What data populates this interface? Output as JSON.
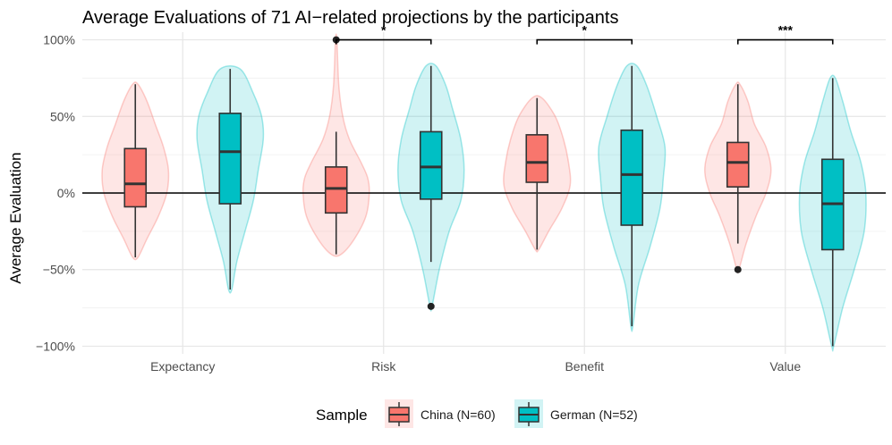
{
  "chart_data": {
    "type": "violin-box",
    "title": "Average Evaluations of  71 AI−related projections by the participants",
    "xlabel": "",
    "ylabel": "Average Evaluation",
    "ylim": [
      -1.05,
      1.05
    ],
    "yticks": [
      {
        "value": 1.0,
        "label": "100%"
      },
      {
        "value": 0.5,
        "label": "50%"
      },
      {
        "value": 0.0,
        "label": "0%"
      },
      {
        "value": -0.5,
        "label": "−50%"
      },
      {
        "value": -1.0,
        "label": "−100%"
      }
    ],
    "categories": [
      "Expectancy",
      "Risk",
      "Benefit",
      "Value"
    ],
    "legend": {
      "title": "Sample",
      "position": "bottom",
      "entries": [
        {
          "key": "china",
          "label": "China (N=60)",
          "color": "#F8766D"
        },
        {
          "key": "german",
          "label": "German (N=52)",
          "color": "#00BFC4"
        }
      ]
    },
    "reference_line": 0,
    "grid": true,
    "significance": [
      {
        "category": "Expectancy",
        "label": ""
      },
      {
        "category": "Risk",
        "label": "*"
      },
      {
        "category": "Benefit",
        "label": "*"
      },
      {
        "category": "Value",
        "label": "***"
      }
    ],
    "series": [
      {
        "name": "China (N=60)",
        "key": "china",
        "stats": [
          {
            "category": "Expectancy",
            "min": -0.42,
            "q1": -0.09,
            "median": 0.06,
            "q3": 0.29,
            "max": 0.71,
            "outliers": []
          },
          {
            "category": "Risk",
            "min": -0.4,
            "q1": -0.13,
            "median": 0.03,
            "q3": 0.17,
            "max": 0.4,
            "outliers": [
              1.0
            ]
          },
          {
            "category": "Benefit",
            "min": -0.37,
            "q1": 0.07,
            "median": 0.2,
            "q3": 0.38,
            "max": 0.62,
            "outliers": []
          },
          {
            "category": "Value",
            "min": -0.33,
            "q1": 0.04,
            "median": 0.2,
            "q3": 0.33,
            "max": 0.71,
            "outliers": [
              -0.5
            ]
          }
        ],
        "density": [
          {
            "category": "Expectancy",
            "y": [
              -0.42,
              -0.3,
              -0.15,
              0.0,
              0.15,
              0.3,
              0.45,
              0.6,
              0.71
            ],
            "w": [
              0.08,
              0.35,
              0.7,
              0.95,
              1.0,
              0.85,
              0.6,
              0.35,
              0.08
            ]
          },
          {
            "category": "Risk",
            "y": [
              -0.4,
              -0.3,
              -0.15,
              0.0,
              0.1,
              0.2,
              0.35,
              0.5,
              0.7,
              1.0
            ],
            "w": [
              0.15,
              0.55,
              0.9,
              1.0,
              0.95,
              0.75,
              0.4,
              0.2,
              0.08,
              0.02
            ]
          },
          {
            "category": "Benefit",
            "y": [
              -0.37,
              -0.25,
              -0.1,
              0.05,
              0.2,
              0.35,
              0.5,
              0.62
            ],
            "w": [
              0.05,
              0.35,
              0.75,
              1.0,
              0.95,
              0.8,
              0.55,
              0.15
            ]
          },
          {
            "category": "Value",
            "y": [
              -0.5,
              -0.33,
              -0.15,
              0.0,
              0.15,
              0.3,
              0.45,
              0.6,
              0.71
            ],
            "w": [
              0.03,
              0.25,
              0.55,
              0.85,
              1.0,
              0.85,
              0.5,
              0.3,
              0.06
            ]
          }
        ]
      },
      {
        "name": "German (N=52)",
        "key": "german",
        "stats": [
          {
            "category": "Expectancy",
            "min": -0.63,
            "q1": -0.07,
            "median": 0.27,
            "q3": 0.52,
            "max": 0.81,
            "outliers": []
          },
          {
            "category": "Risk",
            "min": -0.45,
            "q1": -0.04,
            "median": 0.17,
            "q3": 0.4,
            "max": 0.83,
            "outliers": [
              -0.74
            ]
          },
          {
            "category": "Benefit",
            "min": -0.87,
            "q1": -0.21,
            "median": 0.12,
            "q3": 0.41,
            "max": 0.83,
            "outliers": []
          },
          {
            "category": "Value",
            "min": -1.0,
            "q1": -0.37,
            "median": -0.07,
            "q3": 0.22,
            "max": 0.75,
            "outliers": []
          }
        ],
        "density": [
          {
            "category": "Expectancy",
            "y": [
              -0.63,
              -0.45,
              -0.25,
              -0.05,
              0.15,
              0.35,
              0.5,
              0.65,
              0.81
            ],
            "w": [
              0.05,
              0.2,
              0.45,
              0.7,
              0.85,
              1.0,
              0.95,
              0.7,
              0.3
            ]
          },
          {
            "category": "Risk",
            "y": [
              -0.74,
              -0.5,
              -0.25,
              -0.05,
              0.15,
              0.35,
              0.55,
              0.7,
              0.83
            ],
            "w": [
              0.03,
              0.25,
              0.55,
              0.9,
              1.0,
              0.9,
              0.65,
              0.45,
              0.15
            ]
          },
          {
            "category": "Benefit",
            "y": [
              -0.87,
              -0.6,
              -0.35,
              -0.1,
              0.1,
              0.3,
              0.5,
              0.7,
              0.83
            ],
            "w": [
              0.03,
              0.2,
              0.55,
              0.85,
              0.95,
              1.0,
              0.75,
              0.45,
              0.15
            ]
          },
          {
            "category": "Value",
            "y": [
              -1.0,
              -0.75,
              -0.5,
              -0.25,
              0.0,
              0.2,
              0.4,
              0.6,
              0.75
            ],
            "w": [
              0.03,
              0.3,
              0.65,
              0.95,
              1.0,
              0.85,
              0.55,
              0.3,
              0.08
            ]
          }
        ]
      }
    ]
  }
}
